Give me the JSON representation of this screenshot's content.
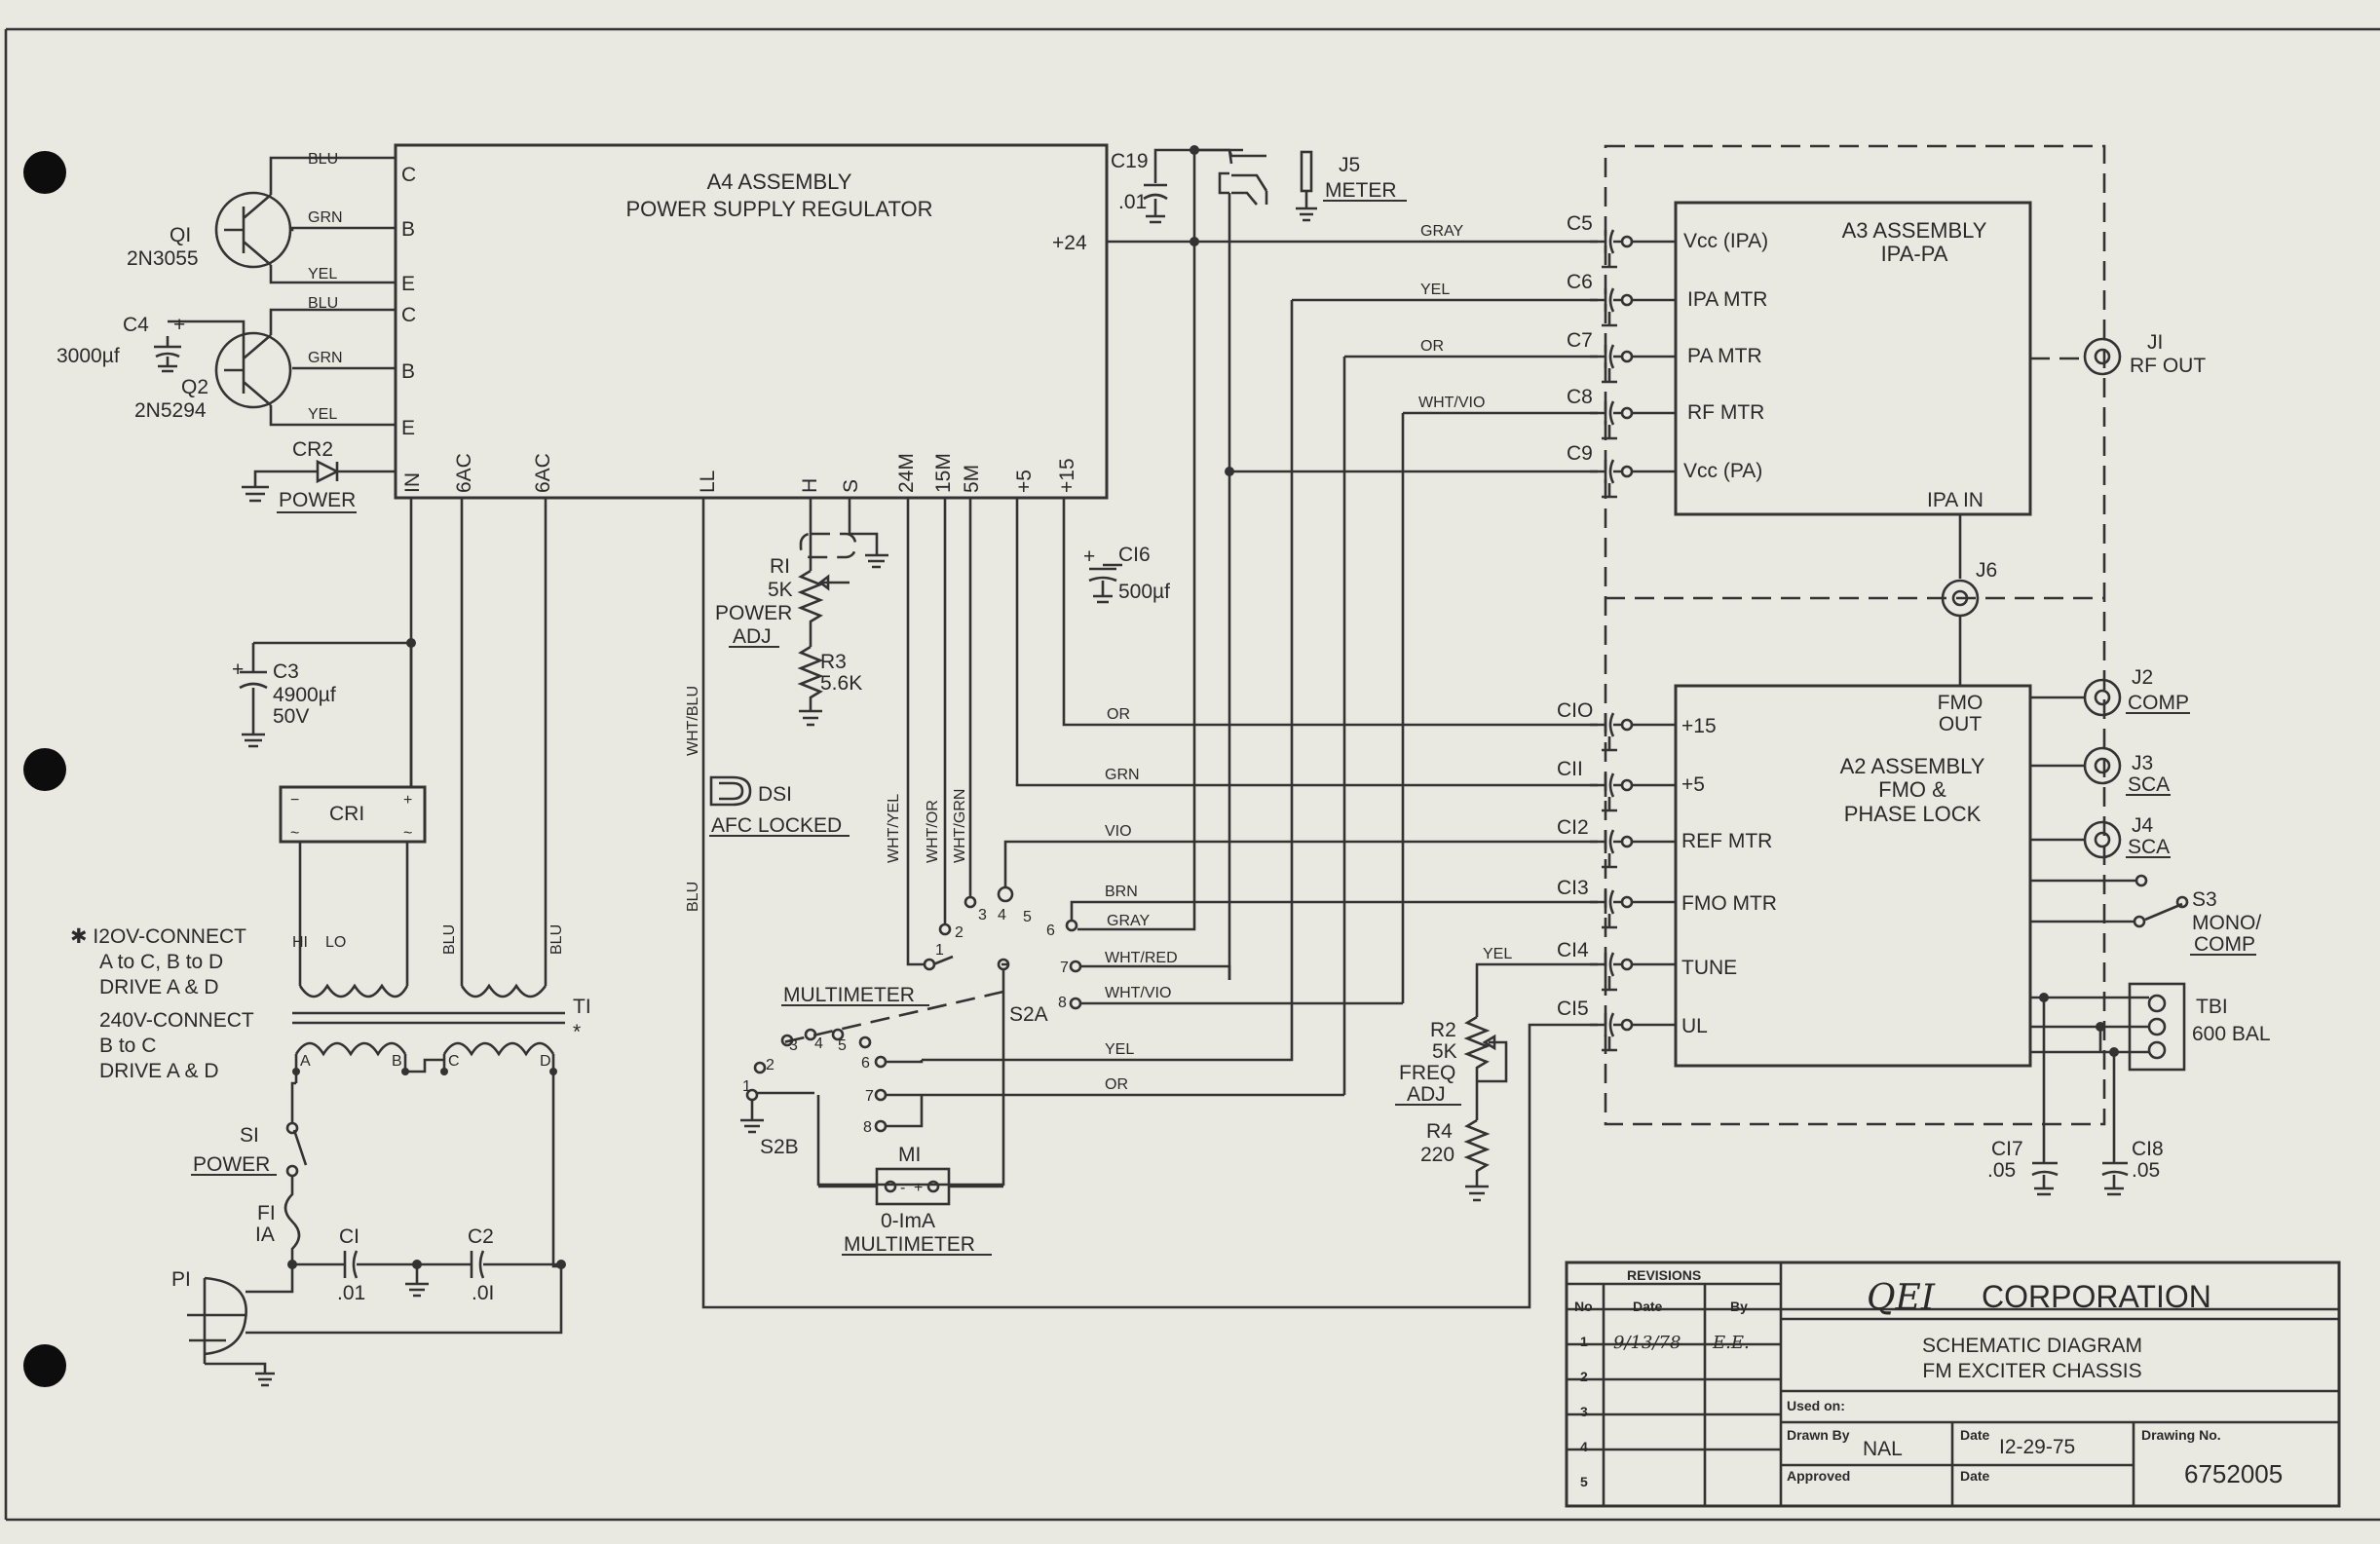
{
  "a4": {
    "title1": "A4 ASSEMBLY",
    "title2": "POWER SUPPLY REGULATOR",
    "plus24": "+24",
    "pins_left": [
      "C",
      "B",
      "E",
      "C",
      "B",
      "E"
    ],
    "pins_bottom": [
      "IN",
      "6AC",
      "6AC",
      "LL",
      "H",
      "S",
      "24M",
      "15M",
      "5M",
      "+5",
      "+15"
    ]
  },
  "a3": {
    "title1": "A3 ASSEMBLY",
    "title2": "IPA-PA",
    "pins": [
      "Vcc (IPA)",
      "IPA MTR",
      "PA MTR",
      "RF MTR",
      "Vcc (PA)"
    ],
    "ipa_in": "IPA IN"
  },
  "a2": {
    "title1": "A2 ASSEMBLY",
    "title2": "FMO &",
    "title3": "PHASE LOCK",
    "fmo1": "FMO",
    "fmo2": "OUT",
    "pins": [
      "+15",
      "+5",
      "REF MTR",
      "FMO MTR",
      "TUNE",
      "UL"
    ]
  },
  "wires": {
    "blu": "BLU",
    "grn": "GRN",
    "yel": "YEL",
    "gray": "GRAY",
    "or": "OR",
    "wht_vio": "WHT/VIO",
    "vio": "VIO",
    "brn": "BRN",
    "wht_red": "WHT/RED",
    "wht_blu": "WHT/BLU",
    "wht_yel": "WHT/YEL",
    "wht_or": "WHT/OR",
    "wht_grn": "WHT/GRN"
  },
  "components": {
    "q1": "QI",
    "q1_part": "2N3055",
    "q2": "Q2",
    "q2_part": "2N5294",
    "c4": "C4",
    "c4_val": "3000µf",
    "cr2": "CR2",
    "power": "POWER",
    "c19": "C19",
    "c19_val": ".01",
    "j5": "J5",
    "meter": "METER",
    "c5": "C5",
    "c6": "C6",
    "c7": "C7",
    "c8": "C8",
    "c9": "C9",
    "j1": "JI",
    "rf_out": "RF OUT",
    "j6": "J6",
    "c16": "CI6",
    "c16_val": "500µf",
    "r1": "RI",
    "r1_val": "5K",
    "power_adj1": "POWER",
    "power_adj2": "ADJ",
    "r3": "R3",
    "r3_val": "5.6K",
    "c3": "C3",
    "c3_val1": "4900µf",
    "c3_val2": "50V",
    "cr1": "CRI",
    "ds1": "DSI",
    "afc_locked": "AFC LOCKED",
    "c10": "CIO",
    "c11": "CII",
    "c12": "CI2",
    "c13": "CI3",
    "c14": "CI4",
    "c15": "CI5",
    "j2": "J2",
    "comp": "COMP",
    "j3": "J3",
    "sca3": "SCA",
    "j4": "J4",
    "sca4": "SCA",
    "s3": "S3",
    "mono1": "MONO/",
    "mono2": "COMP",
    "tb1": "TBI",
    "bal": "600 BAL",
    "r2": "R2",
    "r2_val": "5K",
    "freq1": "FREQ",
    "freq2": "ADJ",
    "r4": "R4",
    "r4_val": "220",
    "c17": "CI7",
    "c17_val": ".05",
    "c18": "CI8",
    "c18_val": ".05",
    "multimeter": "MULTIMETER",
    "s2a": "S2A",
    "s2b": "S2B",
    "m1": "MI",
    "m1_val": "0-ImA",
    "m1_lbl": "MULTIMETER",
    "t1": "TI",
    "star": "*",
    "note1": "✱ I2OV-CONNECT",
    "note2": "A to C, B to D",
    "note3": "DRIVE A & D",
    "note4": "240V-CONNECT",
    "note5": "B to C",
    "note6": "DRIVE A & D",
    "hi": "HI",
    "lo": "LO",
    "s1": "SI",
    "s1_lbl": "POWER",
    "f1": "FI",
    "f1_val": "IA",
    "c1": "CI",
    "c1_val": ".01",
    "c2": "C2",
    "c2_val": ".0I",
    "p1": "PI"
  },
  "title_block": {
    "revisions": "REVISIONS",
    "no": "No",
    "date": "Date",
    "by": "By",
    "rows": [
      "1",
      "2",
      "3",
      "4",
      "5"
    ],
    "rev_date": "9/13/78",
    "rev_by": "E.E.",
    "company_mark": "QEI",
    "company": "CORPORATION",
    "title1": "SCHEMATIC DIAGRAM",
    "title2": "FM EXCITER CHASSIS",
    "used_on": "Used on:",
    "drawn_by": "Drawn By",
    "drawn_by_val": "NAL",
    "date_lbl": "Date",
    "date_val": "I2-29-75",
    "drawing_no": "Drawing No.",
    "drawing_no_val": "6752005",
    "approved": "Approved",
    "date2": "Date"
  }
}
